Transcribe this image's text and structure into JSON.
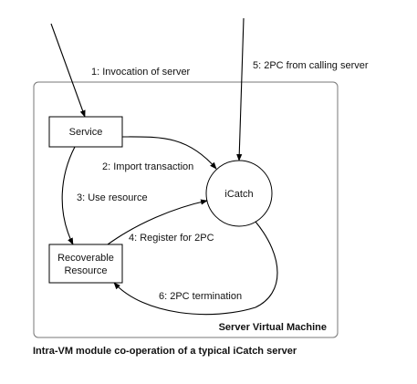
{
  "nodes": {
    "service": "Service",
    "icatch": "iCatch",
    "recoverable_line1": "Recoverable",
    "recoverable_line2": "Resource"
  },
  "container_label": "Server Virtual Machine",
  "edges": {
    "invocation": "1: Invocation of server",
    "import": "2: Import transaction",
    "use": "3: Use resource",
    "register": "4: Register for 2PC",
    "from_calling": "5: 2PC from calling server",
    "termination": "6: 2PC termination"
  },
  "caption": "Intra-VM module co-operation of a typical iCatch server"
}
